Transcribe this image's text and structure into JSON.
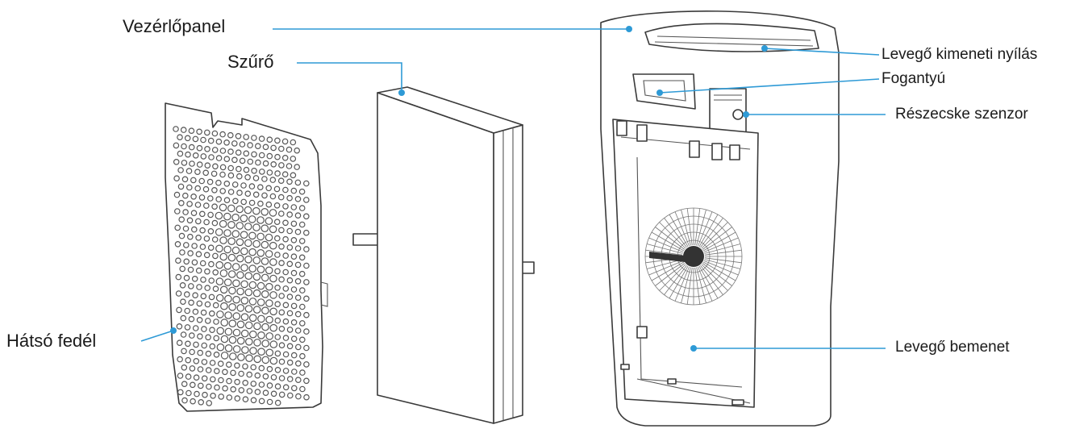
{
  "labels": {
    "control_panel": "Vezérlőpanel",
    "filter": "Szűrő",
    "back_cover": "Hátsó fedél",
    "air_outlet": "Levegő kimeneti nyílás",
    "handle": "Fogantyú",
    "particle_sensor": "Részecske szenzor",
    "air_inlet": "Levegő bemenet"
  },
  "colors": {
    "leader": "#2e9ad6",
    "outline": "#3a3a3a"
  }
}
